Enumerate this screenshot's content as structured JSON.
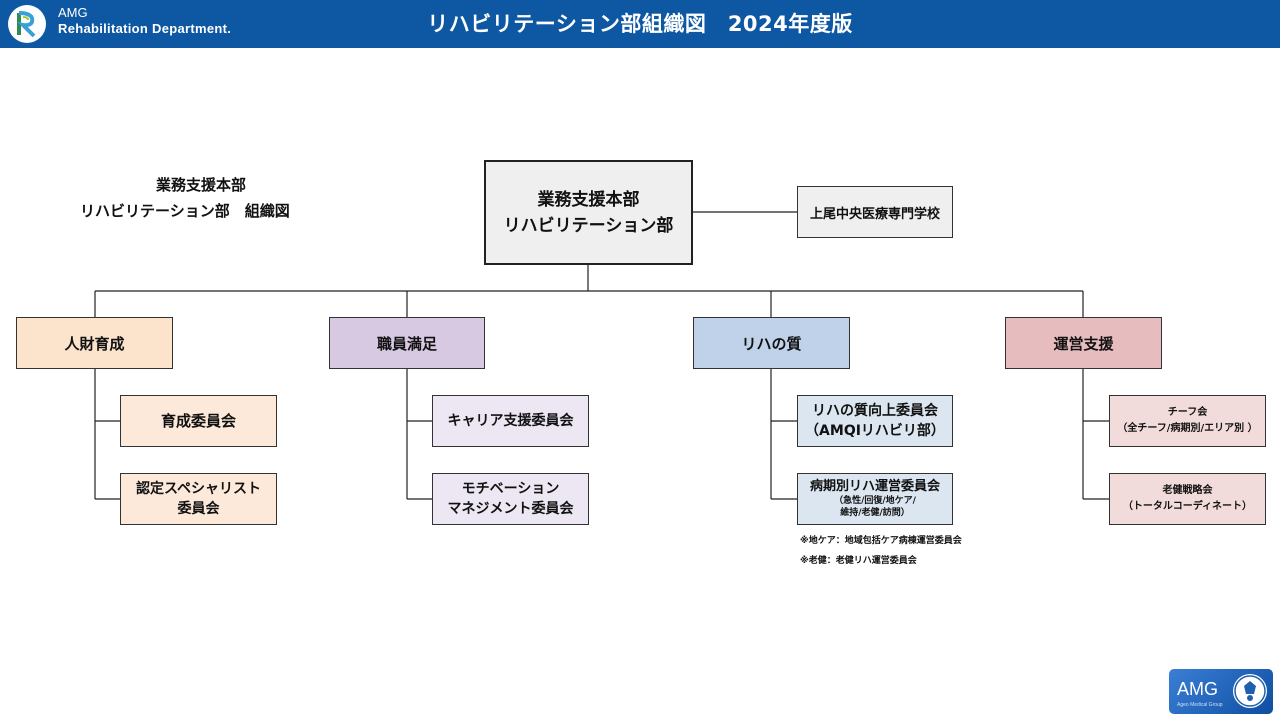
{
  "header": {
    "brand_line1": "AMG",
    "brand_line2": "Rehabilitation Department.",
    "title": "リハビリテーション部組織図　2024年度版",
    "color": "#0d57a3"
  },
  "side_title": {
    "line1": "業務支援本部",
    "line2": "リハビリテーション部　組織図"
  },
  "root": {
    "line1": "業務支援本部",
    "line2": "リハビリテーション部"
  },
  "school": "上尾中央医療専門学校",
  "categories": [
    {
      "label": "人財育成",
      "color": "#fbe3cc"
    },
    {
      "label": "職員満足",
      "color": "#d7c9e2"
    },
    {
      "label": "リハの質",
      "color": "#bfd2e9"
    },
    {
      "label": "運営支援",
      "color": "#e7bcbf"
    }
  ],
  "committees": {
    "ikusei": "育成委員会",
    "specialist_l1": "認定スペシャリスト",
    "specialist_l2": "委員会",
    "career": "キャリア支援委員会",
    "motivation_l1": "モチベーション",
    "motivation_l2": "マネジメント委員会",
    "quality_l1": "リハの質向上委員会",
    "quality_l2": "（AMQIリハビリ部）",
    "disease_l1": "病期別リハ運営委員会",
    "disease_l2": "（急性/回復/地ケア/",
    "disease_l3": "維持/老健/訪問）",
    "chief_l1": "チーフ会",
    "chief_l2": "（全チーフ/病期別/エリア別 ）",
    "roken_l1": "老健戦略会",
    "roken_l2": "（トータルコーディネート）"
  },
  "notes": [
    "※地ケア：地域包括ケア病棟運営委員会",
    "※老健：老健リハ運営委員会"
  ],
  "footer_logo": {
    "text": "AMG",
    "sub": "Ageo Medical Group"
  }
}
